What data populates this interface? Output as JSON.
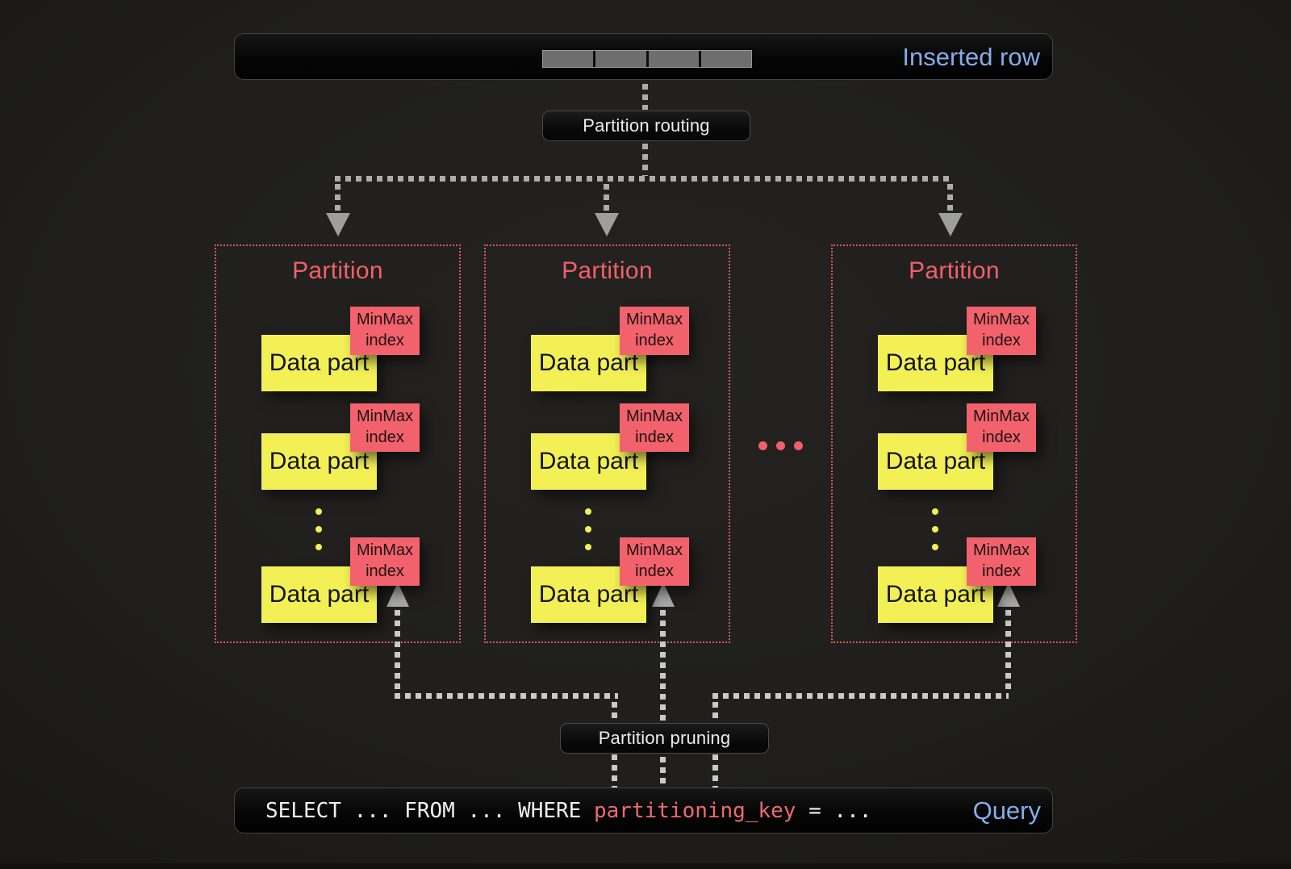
{
  "colors": {
    "background": "#201f1d",
    "panel_bg": "#060606",
    "accent_blue": "#85ade8",
    "accent_red": "#f0606a",
    "data_part_yellow": "#f3f056",
    "minmax_red": "#f2626c",
    "arrow_gray": "#a8a8a8",
    "partition_border": "#dc5761"
  },
  "inserted_row": {
    "label": "Inserted row",
    "cell_count": 4
  },
  "flow": {
    "routing_label": "Partition routing",
    "pruning_label": "Partition pruning"
  },
  "partitions": [
    {
      "title": "Partition",
      "parts": [
        {
          "label": "Data part",
          "index_label": "MinMax index"
        },
        {
          "label": "Data part",
          "index_label": "MinMax index"
        },
        {
          "label": "Data part",
          "index_label": "MinMax index"
        }
      ],
      "more_parts_dots": 3
    },
    {
      "title": "Partition",
      "parts": [
        {
          "label": "Data part",
          "index_label": "MinMax index"
        },
        {
          "label": "Data part",
          "index_label": "MinMax index"
        },
        {
          "label": "Data part",
          "index_label": "MinMax index"
        }
      ],
      "more_parts_dots": 3
    },
    {
      "title": "Partition",
      "parts": [
        {
          "label": "Data part",
          "index_label": "MinMax index"
        },
        {
          "label": "Data part",
          "index_label": "MinMax index"
        },
        {
          "label": "Data part",
          "index_label": "MinMax index"
        }
      ],
      "more_parts_dots": 3
    }
  ],
  "partition_separator_dots": 3,
  "query": {
    "text_before_key": "SELECT ... FROM ... WHERE ",
    "key": "partitioning_key",
    "text_after_key": " = ...",
    "label": "Query"
  }
}
